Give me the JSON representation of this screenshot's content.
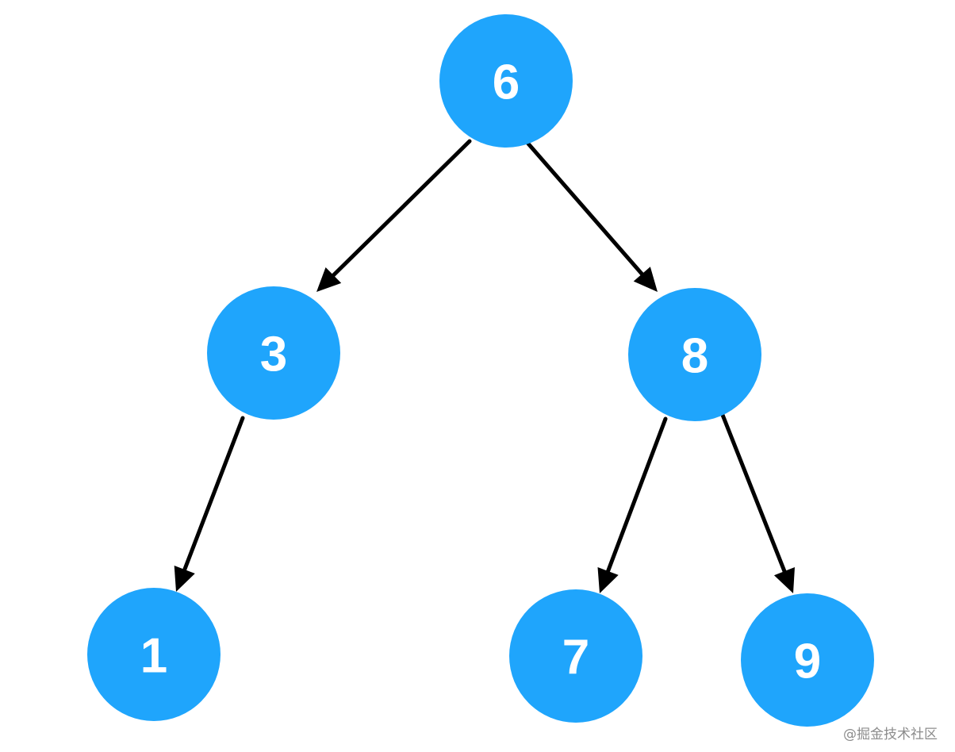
{
  "diagram": {
    "node_color": "#1fa5fc",
    "label_color": "#ffffff",
    "edge_color": "#000000",
    "nodes": [
      {
        "id": "n6",
        "label": "6"
      },
      {
        "id": "n3",
        "label": "3"
      },
      {
        "id": "n8",
        "label": "8"
      },
      {
        "id": "n1",
        "label": "1"
      },
      {
        "id": "n7",
        "label": "7"
      },
      {
        "id": "n9",
        "label": "9"
      }
    ],
    "edges": [
      {
        "from": "n6",
        "to": "n3"
      },
      {
        "from": "n6",
        "to": "n8"
      },
      {
        "from": "n3",
        "to": "n1"
      },
      {
        "from": "n8",
        "to": "n7"
      },
      {
        "from": "n8",
        "to": "n9"
      }
    ]
  },
  "watermark": "@掘金技术社区"
}
